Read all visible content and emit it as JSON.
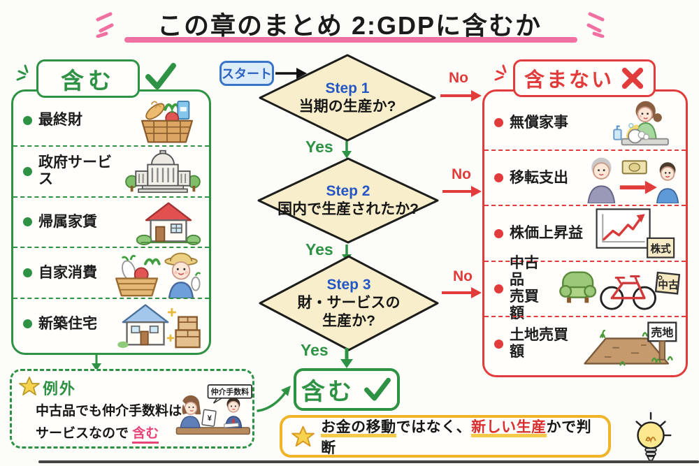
{
  "title": {
    "text": "この章のまとめ 2:GDPに含むか"
  },
  "flow": {
    "start_label": "スタート",
    "yes_label": "Yes",
    "no_label": "No",
    "steps": [
      {
        "name": "Step 1",
        "question": "当期の生産か?"
      },
      {
        "name": "Step 2",
        "question": "国内で生産されたか?"
      },
      {
        "name": "Step 3",
        "question": "財・サービスの\n生産か?"
      }
    ],
    "result_label": "含む"
  },
  "include": {
    "header": "含む",
    "items": [
      {
        "label": "最終財"
      },
      {
        "label": "政府サービス"
      },
      {
        "label": "帰属家賃"
      },
      {
        "label": "自家消費"
      },
      {
        "label": "新築住宅"
      }
    ]
  },
  "exclude": {
    "header": "含まない",
    "items": [
      {
        "label": "無償家事"
      },
      {
        "label": "移転支出"
      },
      {
        "label": "株価上昇益",
        "tag": "株式"
      },
      {
        "label": "中古品\n売買額",
        "tag": "中古"
      },
      {
        "label": "土地売買額",
        "tag": "売地"
      }
    ]
  },
  "exception": {
    "title": "例外",
    "line1": "中古品でも仲介手数料は",
    "line2_prefix": "サービスなので",
    "line2_highlight": "含む",
    "bubble_label": "仲介手数料",
    "paper_label": "¥"
  },
  "note": {
    "part1": "お金の移動",
    "part2": "ではなく、",
    "part3": "新しい生産",
    "part4": "かで判断"
  },
  "colors": {
    "green": "#2e9245",
    "red": "#e23b3b",
    "pink": "#f170a2",
    "blue": "#2b5fc0",
    "diamond_fill": "#f8eecb",
    "yellow": "#f0b429"
  }
}
